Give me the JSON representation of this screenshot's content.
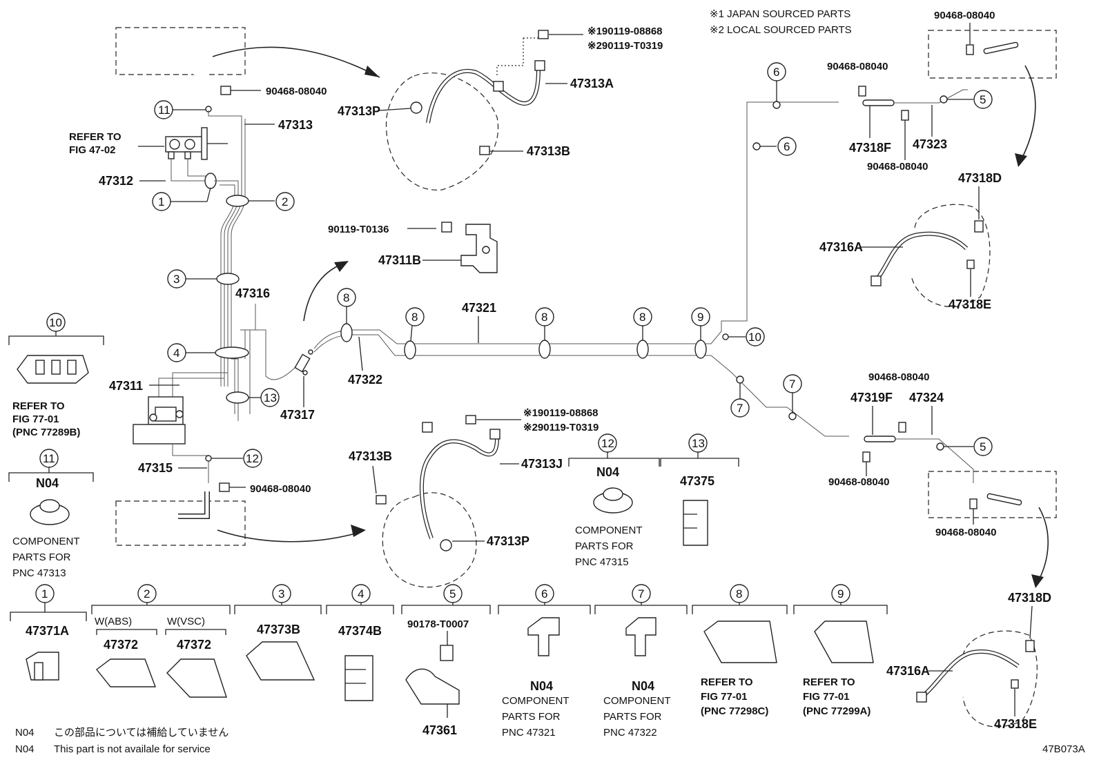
{
  "notes": {
    "japan": "※1 JAPAN SOURCED PARTS",
    "local": "※2 LOCAL SOURCED PARTS",
    "n04_jp": "この部品については補給していません",
    "n04_en": "This part is not availale for service",
    "n04_code": "N04",
    "diagram_code": "47B073A"
  },
  "parts": {
    "p47313": "47313",
    "p47312": "47312",
    "p47316": "47316",
    "p47311": "47311",
    "p47315": "47315",
    "p47317": "47317",
    "p47322": "47322",
    "p47321": "47321",
    "p47311B": "47311B",
    "p90119T0136": "90119-T0136",
    "p47313P_top": "47313P",
    "p47313A": "47313A",
    "p47313B_top": "47313B",
    "p190119_top": "※190119-08868",
    "p290119_top": "※290119-T0319",
    "p47313B_bot": "47313B",
    "p47313J": "47313J",
    "p47313P_bot": "47313P",
    "p190119_bot": "※190119-08868",
    "p290119_bot": "※290119-T0319",
    "p47318F": "47318F",
    "p47323": "47323",
    "p47318D_top": "47318D",
    "p47316A_top": "47316A",
    "p47318E_top": "47318E",
    "p47319F": "47319F",
    "p47324": "47324",
    "p47318D_bot": "47318D",
    "p47316A_bot": "47316A",
    "p47318E_bot": "47318E",
    "clip_a": "90468-08040",
    "clip_b": "90468-08040",
    "clip_c": "90468-08040",
    "clip_d": "90468-08040",
    "clip_e": "90468-08040",
    "clip_f": "90468-08040",
    "clip_g": "90468-08040",
    "clip_h": "90468-08040",
    "refer1a": "REFER TO",
    "refer1b": "FIG 47-02"
  },
  "callouts": {
    "c1": "1",
    "c2": "2",
    "c3": "3",
    "c4": "4",
    "c5": "5",
    "c6": "6",
    "c7": "7",
    "c8": "8",
    "c9": "9",
    "c10": "10",
    "c11": "11",
    "c12": "12",
    "c13": "13"
  },
  "legend": {
    "i10": {
      "num": "10",
      "l1": "REFER TO",
      "l2": "FIG 77-01",
      "l3": "(PNC 77289B)"
    },
    "i11": {
      "num": "11",
      "code": "N04",
      "l1": "COMPONENT",
      "l2": "PARTS FOR",
      "l3": "PNC 47313"
    },
    "i12": {
      "num": "12",
      "code": "N04",
      "l1": "COMPONENT",
      "l2": "PARTS FOR",
      "l3": "PNC 47315"
    },
    "i13": {
      "num": "13",
      "pn": "47375"
    },
    "i1": {
      "num": "1",
      "pn": "47371A"
    },
    "i2": {
      "num": "2",
      "v1": "W(ABS)",
      "v2": "W(VSC)",
      "pn1": "47372",
      "pn2": "47372"
    },
    "i3": {
      "num": "3",
      "pn": "47373B"
    },
    "i4": {
      "num": "4",
      "pn": "47374B"
    },
    "i5": {
      "num": "5",
      "pn_top": "90178-T0007",
      "pn_bot": "47361"
    },
    "i6": {
      "num": "6",
      "code": "N04",
      "l1": "COMPONENT",
      "l2": "PARTS FOR",
      "l3": "PNC 47321"
    },
    "i7": {
      "num": "7",
      "code": "N04",
      "l1": "COMPONENT",
      "l2": "PARTS FOR",
      "l3": "PNC 47322"
    },
    "i8": {
      "num": "8",
      "l1": "REFER TO",
      "l2": "FIG 77-01",
      "l3": "(PNC 77298C)"
    },
    "i9": {
      "num": "9",
      "l1": "REFER TO",
      "l2": "FIG 77-01",
      "l3": "(PNC 77299A)"
    }
  }
}
